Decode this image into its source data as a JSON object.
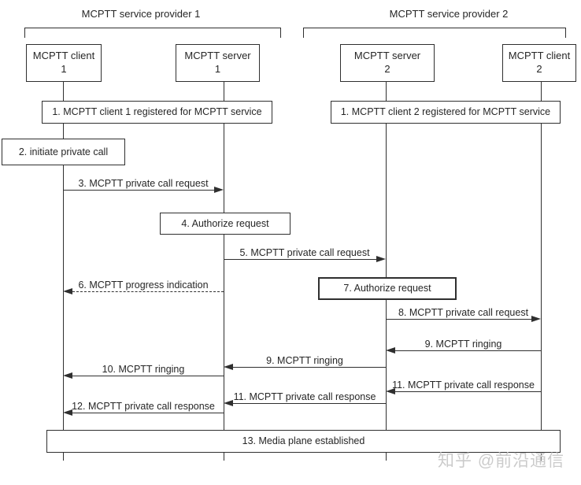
{
  "diagram": {
    "type": "sequence-diagram",
    "topic": "MCPTT private call setup between two MCPTT service providers"
  },
  "providers": [
    {
      "title": "MCPTT service provider 1"
    },
    {
      "title": "MCPTT service provider 2"
    }
  ],
  "nodes": [
    {
      "line1": "MCPTT client",
      "line2": "1"
    },
    {
      "line1": "MCPTT server",
      "line2": "1"
    },
    {
      "line1": "MCPTT server",
      "line2": "2"
    },
    {
      "line1": "MCPTT client",
      "line2": "2"
    }
  ],
  "boxes": [
    {
      "label": "1. MCPTT client 1 registered for MCPTT service",
      "span": [
        "MCPTT client 1",
        "MCPTT server 1"
      ]
    },
    {
      "label": "1. MCPTT  client 2 registered for MCPTT service",
      "span": [
        "MCPTT server 2",
        "MCPTT client 2"
      ]
    },
    {
      "label": "2. initiate private call",
      "span": [
        "MCPTT client 1"
      ]
    },
    {
      "label": "4. Authorize request",
      "span": [
        "MCPTT server 1"
      ]
    },
    {
      "label": "7. Authorize request",
      "span": [
        "MCPTT server 2"
      ]
    },
    {
      "label": "13. Media plane established",
      "span": [
        "MCPTT client 1",
        "MCPTT server 1",
        "MCPTT server 2",
        "MCPTT client 2"
      ]
    }
  ],
  "messages": [
    {
      "label": "3. MCPTT private call request",
      "from": "MCPTT client 1",
      "to": "MCPTT server 1",
      "line": "solid"
    },
    {
      "label": "5. MCPTT private call request",
      "from": "MCPTT server 1",
      "to": "MCPTT server 2",
      "line": "solid"
    },
    {
      "label": "6. MCPTT progress indication",
      "from": "MCPTT server 1",
      "to": "MCPTT client 1",
      "line": "dashed"
    },
    {
      "label": "8. MCPTT private call request",
      "from": "MCPTT server 2",
      "to": "MCPTT client 2",
      "line": "solid"
    },
    {
      "label": "9. MCPTT ringing",
      "from": "MCPTT client 2",
      "to": "MCPTT server 2",
      "line": "solid"
    },
    {
      "label": "9. MCPTT ringing",
      "from": "MCPTT server 2",
      "to": "MCPTT server 1",
      "line": "solid"
    },
    {
      "label": "10. MCPTT ringing",
      "from": "MCPTT server 1",
      "to": "MCPTT client 1",
      "line": "solid"
    },
    {
      "label": "11. MCPTT private call response",
      "from": "MCPTT client 2",
      "to": "MCPTT server 2",
      "line": "solid"
    },
    {
      "label": "11. MCPTT private call response",
      "from": "MCPTT server 2",
      "to": "MCPTT server 1",
      "line": "solid"
    },
    {
      "label": "12. MCPTT private call response",
      "from": "MCPTT server 1",
      "to": "MCPTT client 1",
      "line": "solid"
    }
  ],
  "watermark": "知乎 @前沿通信",
  "colors": {
    "line": "#2f2f2f",
    "text": "#262626",
    "watermark": "#cbcbcb",
    "background": "#ffffff"
  }
}
